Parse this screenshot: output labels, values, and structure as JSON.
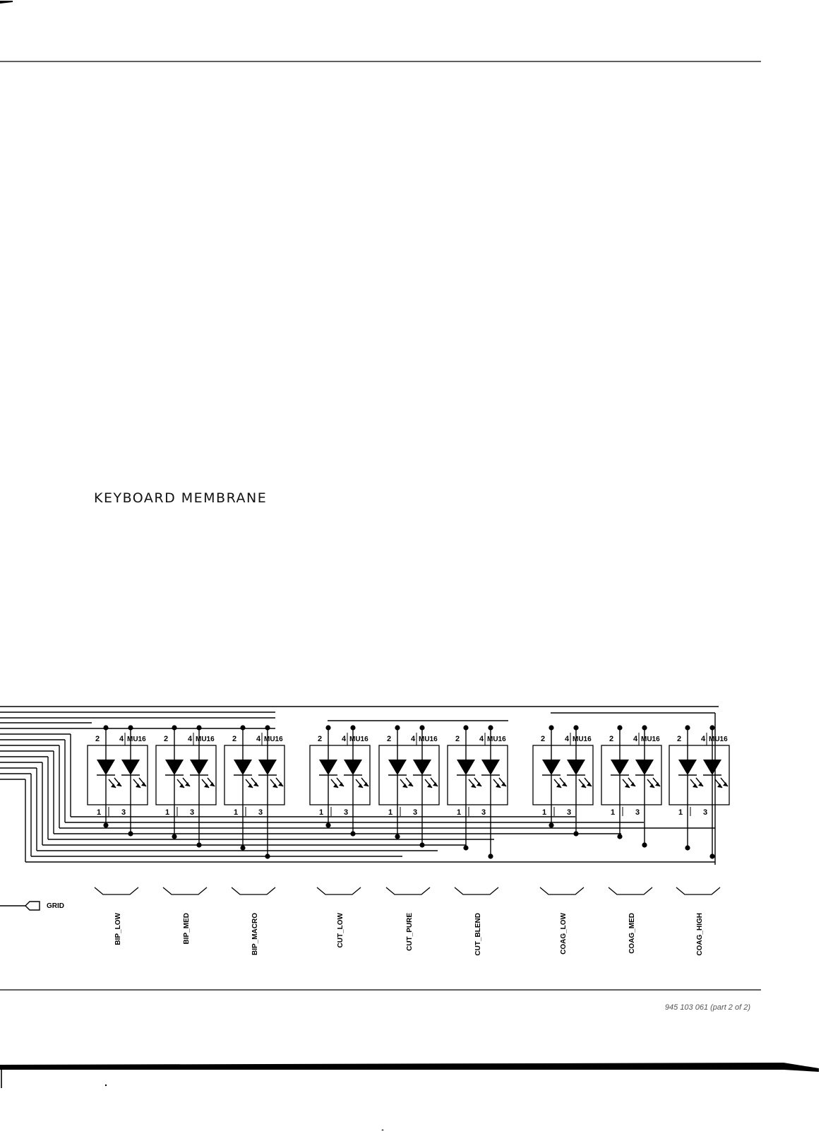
{
  "title": "KEYBOARD MEMBRANE",
  "document_ref": "945 103 061 (part 2 of 2)",
  "grid_label": "GRID",
  "part_label": "MU16",
  "pin_labels": {
    "top_left": "2",
    "top_right": "4",
    "bottom_left": "1",
    "bottom_right": "3"
  },
  "keys": [
    {
      "label": "BIP_LOW"
    },
    {
      "label": "BIP_MED"
    },
    {
      "label": "BIP_MACRO"
    },
    {
      "label": "CUT_LOW"
    },
    {
      "label": "CUT_PURE"
    },
    {
      "label": "CUT_BLEND"
    },
    {
      "label": "COAG_LOW"
    },
    {
      "label": "COAG_MED"
    },
    {
      "label": "COAG_HIGH"
    }
  ],
  "colors": {
    "ink": "#000000",
    "paper": "#ffffff"
  }
}
